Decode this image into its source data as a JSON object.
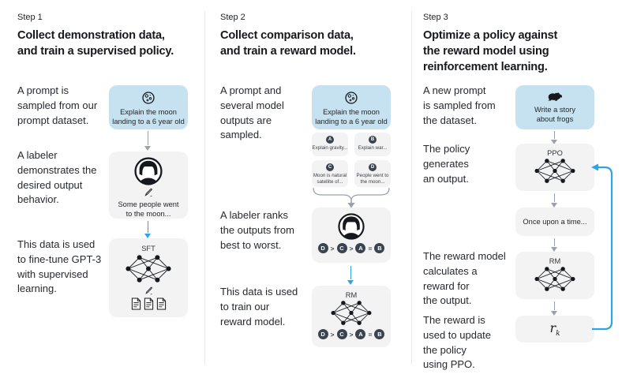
{
  "colors": {
    "background": "#ffffff",
    "box_gray": "#f3f3f4",
    "box_blue": "#c6e2f0",
    "arrow_gray": "#9aa0ae",
    "arrow_blue": "#2ba4ea",
    "badge_dark": "#3b4350",
    "divider": "#e8e8e8",
    "text": "#202327"
  },
  "columns": [
    {
      "step_label": "Step 1",
      "heading_lines": [
        "Collect demonstration data,",
        "and train a supervised policy."
      ],
      "paragraphs": [
        {
          "lines": [
            "A prompt is",
            "sampled from our",
            "prompt dataset."
          ]
        },
        {
          "lines": [
            "A labeler",
            "demonstrates the",
            "desired output",
            "behavior."
          ]
        },
        {
          "lines": [
            "This data is used",
            "to fine-tune GPT-3",
            "with supervised",
            "learning."
          ]
        }
      ],
      "flow": {
        "prompt_box": {
          "icon": "moon-icon",
          "lines": [
            "Explain the moon",
            "landing to a 6 year old"
          ]
        },
        "labeler_box": {
          "icon": "labeler-avatar-icon",
          "pencil_icon": "pencil-icon",
          "lines": [
            "Some people went",
            "to the moon..."
          ]
        },
        "model_box": {
          "label": "SFT",
          "icons": [
            "network-icon",
            "pencil-icon",
            "documents-icon"
          ]
        }
      }
    },
    {
      "step_label": "Step 2",
      "heading_lines": [
        "Collect comparison data,",
        "and train a reward model."
      ],
      "paragraphs": [
        {
          "lines": [
            "A prompt and",
            "several model",
            "outputs are",
            "sampled."
          ]
        },
        {
          "lines": [
            "A labeler ranks",
            "the outputs from",
            "best to worst."
          ]
        },
        {
          "lines": [
            "This data is used",
            "to train our",
            "reward model."
          ]
        }
      ],
      "flow": {
        "prompt_box": {
          "icon": "moon-icon",
          "lines": [
            "Explain the moon",
            "landing to a 6 year old"
          ]
        },
        "samples": [
          {
            "badge": "A",
            "lines": [
              "Explain gravity..."
            ]
          },
          {
            "badge": "B",
            "lines": [
              "Explain war..."
            ]
          },
          {
            "badge": "C",
            "lines": [
              "Moon is natural",
              "satellite of..."
            ]
          },
          {
            "badge": "D",
            "lines": [
              "People went to",
              "the moon..."
            ]
          }
        ],
        "labeler_box": {
          "icon": "labeler-avatar-icon"
        },
        "model_box": {
          "label": "RM",
          "icons": [
            "network-icon"
          ]
        },
        "ranking": [
          {
            "kind": "badge",
            "text": "D"
          },
          {
            "kind": "sep",
            "text": ">"
          },
          {
            "kind": "badge",
            "text": "C"
          },
          {
            "kind": "sep",
            "text": ">"
          },
          {
            "kind": "badge",
            "text": "A"
          },
          {
            "kind": "sep",
            "text": "="
          },
          {
            "kind": "badge",
            "text": "B"
          }
        ]
      }
    },
    {
      "step_label": "Step 3",
      "heading_lines": [
        "Optimize a policy against",
        "the reward model using",
        "reinforcement learning."
      ],
      "paragraphs": [
        {
          "lines": [
            "A new prompt",
            "is sampled from",
            "the dataset."
          ]
        },
        {
          "lines": [
            "The policy",
            "generates",
            "an output."
          ]
        },
        {
          "lines": [
            "The reward model",
            "calculates a",
            "reward for",
            "the output."
          ]
        },
        {
          "lines": [
            "The reward is",
            "used to update",
            "the policy",
            "using PPO."
          ]
        }
      ],
      "flow": {
        "prompt_box": {
          "icon": "frog-icon",
          "lines": [
            "Write a story",
            "about frogs"
          ]
        },
        "ppo_box": {
          "label": "PPO",
          "icons": [
            "network-icon"
          ]
        },
        "output_box": {
          "text": "Once upon a time..."
        },
        "rm_box": {
          "label": "RM",
          "icons": [
            "network-icon"
          ]
        },
        "reward_box": {
          "base": "r",
          "sub": "k"
        }
      }
    }
  ]
}
